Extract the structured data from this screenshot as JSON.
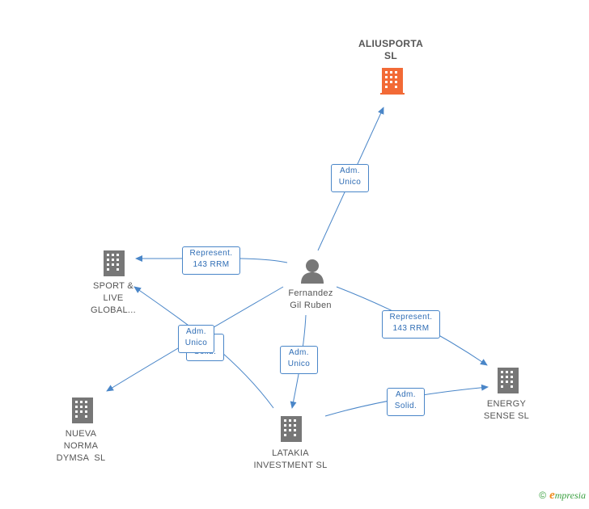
{
  "colors": {
    "edge": "#4a86c8",
    "node": "#777777",
    "highlight": "#f26a36",
    "label_text": "#2f6db5"
  },
  "nodes": {
    "aliusporta": {
      "line1": "ALIUSPORTA",
      "line2": "SL",
      "icon": "building-icon"
    },
    "person": {
      "line1": "Fernandez",
      "line2": "Gil Ruben",
      "icon": "person-icon"
    },
    "sport_live": {
      "line1": "SPORT &",
      "line2": "LIVE",
      "line3": "GLOBAL...",
      "icon": "building-icon"
    },
    "nueva_norma": {
      "line1": "NUEVA",
      "line2": "NORMA",
      "line3": "DYMSA  SL",
      "icon": "building-icon"
    },
    "latakia": {
      "line1": "LATAKIA",
      "line2": "INVESTMENT SL",
      "icon": "building-icon"
    },
    "energy": {
      "line1": "ENERGY",
      "line2": "SENSE SL",
      "icon": "building-icon"
    }
  },
  "edge_labels": {
    "adm_unico_top": {
      "line1": "Adm.",
      "line2": "Unico"
    },
    "represent_left": {
      "line1": "Represent.",
      "line2": "143 RRM"
    },
    "represent_right": {
      "line1": "Represent.",
      "line2": "143 RRM"
    },
    "adm_unico_left": {
      "line1": "Adm.",
      "line2": "Unico"
    },
    "adm_solid_left": {
      "line1": "Solid."
    },
    "adm_unico_mid": {
      "line1": "Adm.",
      "line2": "Unico"
    },
    "adm_solid_right": {
      "line1": "Adm.",
      "line2": "Solid."
    }
  },
  "watermark": {
    "copyright": "©",
    "brand_initial": "e",
    "brand_rest": "mpresia"
  }
}
